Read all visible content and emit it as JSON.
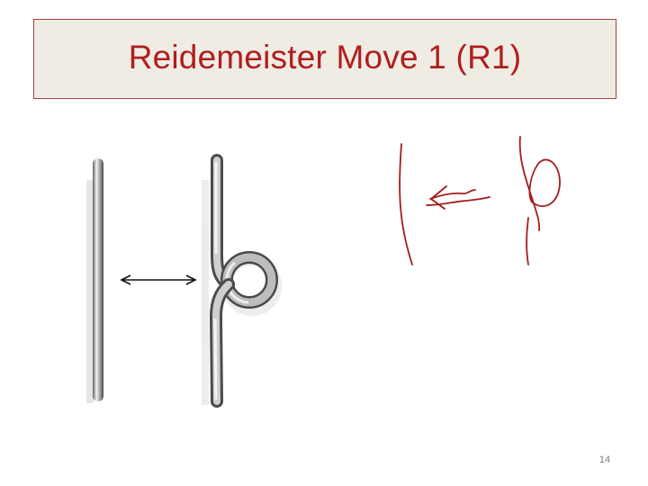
{
  "slide": {
    "title": "Reidemeister Move 1 (R1)",
    "page_number": "14"
  },
  "colors": {
    "title_text": "#b01e1e",
    "title_border": "#a04040",
    "title_background": "#efece4",
    "strand": "#8e8e8e",
    "sketch_ink": "#a31d1d"
  },
  "figure": {
    "rendered": [
      "straight-strand",
      "double-arrow",
      "curled-strand"
    ],
    "sketch": [
      "sketch-straight-strand",
      "sketch-arrow",
      "sketch-curled-strand"
    ]
  }
}
